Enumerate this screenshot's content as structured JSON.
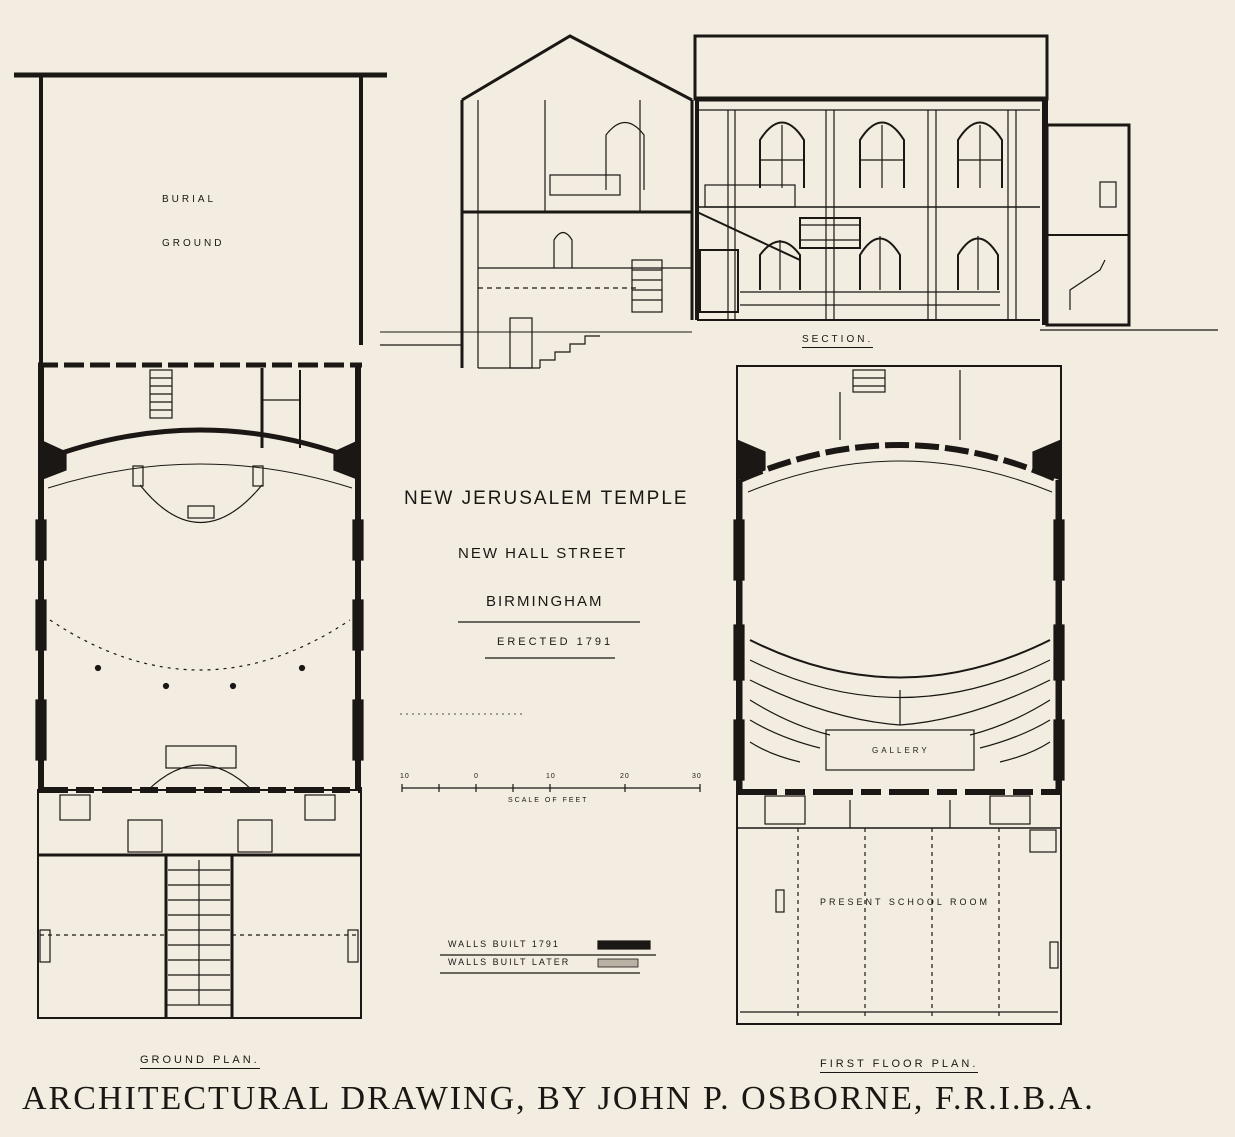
{
  "labels": {
    "burial_1": "Burial",
    "burial_2": "Ground",
    "section": "Section.",
    "title": "New Jerusalem Temple",
    "street": "New Hall Street",
    "city": "Birmingham",
    "erected": "Erected 1791",
    "scale": "Scale of Feet",
    "gallery": "Gallery",
    "school": "Present School Room",
    "walls_1791": "Walls built 1791",
    "walls_later": "Walls built later",
    "ground_plan": "Ground Plan.",
    "first_floor": "First Floor Plan.",
    "caption": "Architectural Drawing, by John P. Osborne, F.R.I.B.A."
  },
  "scale_ticks": [
    "10",
    "0",
    "10",
    "20",
    "30"
  ],
  "colors": {
    "paper": "#f3ece0",
    "ink": "#1a1714"
  }
}
